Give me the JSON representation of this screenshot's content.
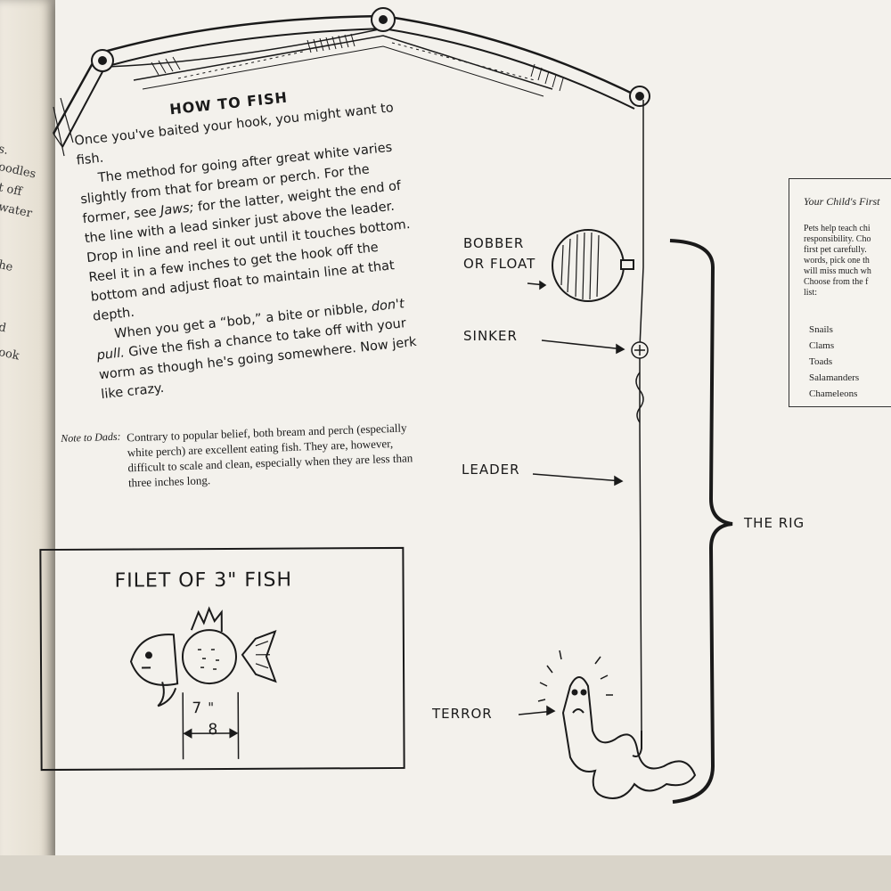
{
  "previous_page": {
    "fragments": [
      "s.",
      "oodles",
      "t off",
      "water",
      "he",
      "d",
      "ook"
    ]
  },
  "main": {
    "heading": "HOW TO FISH",
    "paragraphs": [
      "Once you've baited your hook, you might want to fish.",
      "The method for going after great white varies slightly from that for bream or perch. For the former, see",
      "Jaws;",
      "for the latter, weight the end of the line with a lead sinker just above the leader. Drop in line and reel it out until it touches bottom. Reel it in a few inches to get the hook off the bottom and adjust float to maintain line at that depth.",
      "When you get a “bob,” a bite or nibble,",
      "don't pull.",
      "Give the fish a chance to take off with your worm as though he's going somewhere. Now jerk like crazy."
    ],
    "note": {
      "label": "Note to Dads:",
      "text": "Contrary to popular belief, both bream and perch (especially white perch) are excellent eating fish. They are, however, difficult to scale and clean, especially when they are less than three inches long."
    }
  },
  "filet_illustration": {
    "title": "FILET OF 3\" FISH",
    "measurement_whole": "7",
    "measurement_denominator": "8",
    "measurement_unit": "\""
  },
  "rig_diagram": {
    "labels": {
      "bobber_line1": "BOBBER",
      "bobber_line2": "OR FLOAT",
      "sinker": "SINKER",
      "leader": "LEADER",
      "the_rig": "THE RIG",
      "terror": "TERROR"
    }
  },
  "sidebar": {
    "title": "Your Child's First",
    "body_lines": [
      "Pets help teach chi",
      "responsibility. Cho",
      "first pet carefully.",
      "words, pick one th",
      "will miss much wh",
      "Choose from the f",
      "list:"
    ],
    "list_items": [
      "Snails",
      "Clams",
      "Toads",
      "Salamanders",
      "Chameleons"
    ]
  }
}
